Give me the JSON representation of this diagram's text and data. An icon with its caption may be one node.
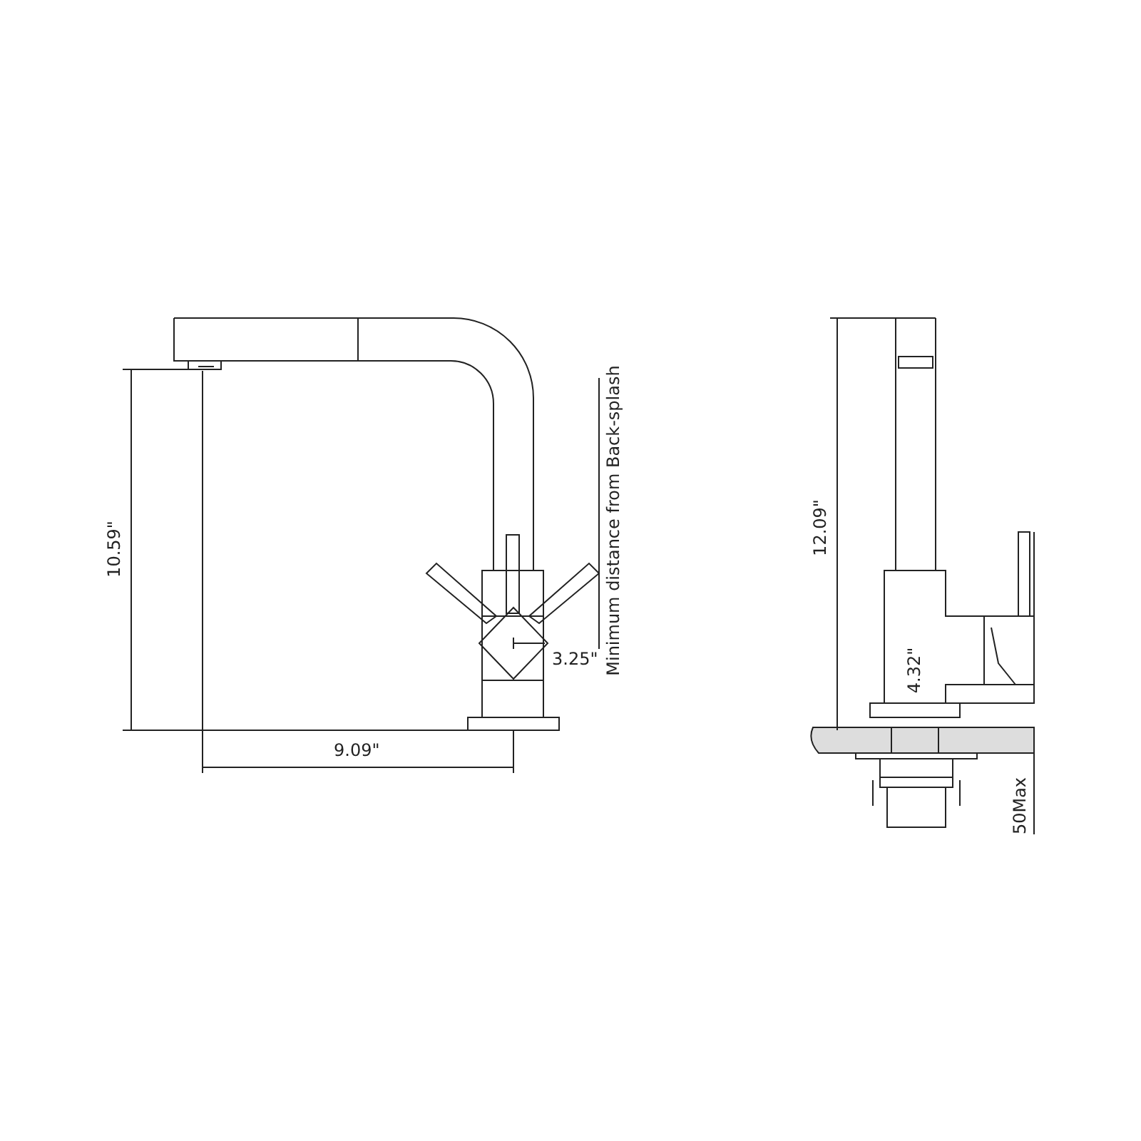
{
  "diagram": {
    "labels": [
      "10.59\"",
      "Minimum distance from Back-splash",
      "3.25\"",
      "9.09\"",
      "12.09\"",
      "4.32\"",
      "50Max"
    ]
  }
}
